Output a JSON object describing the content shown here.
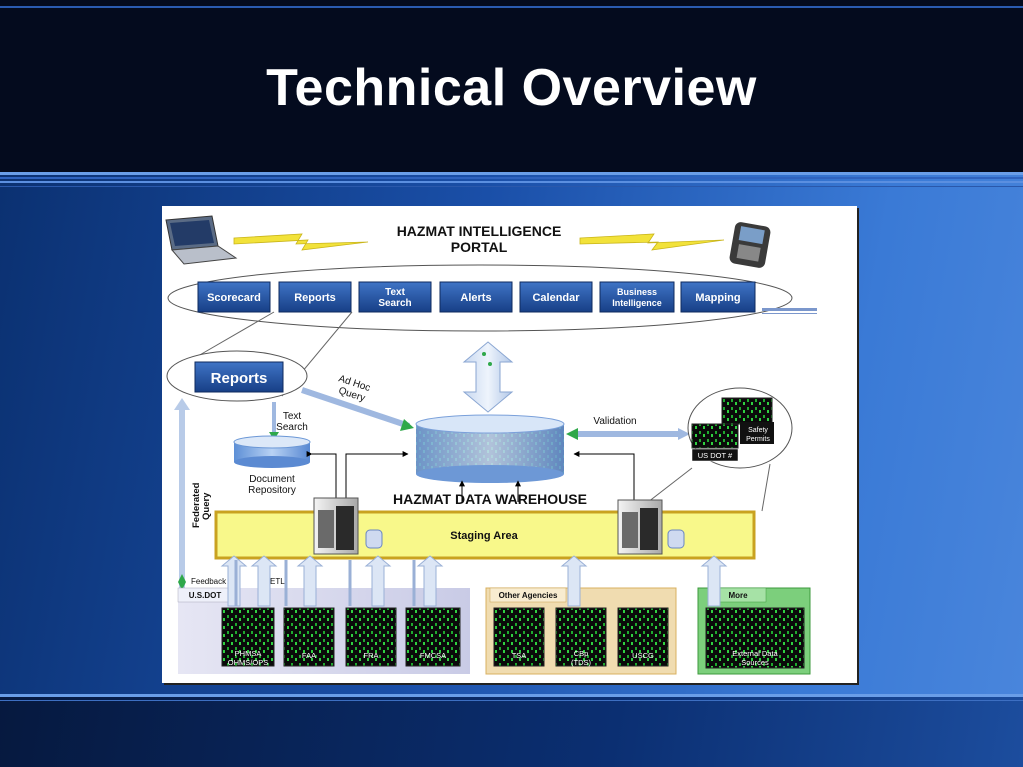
{
  "slide": {
    "title": "Technical Overview"
  },
  "portal": {
    "title_line1": "HAZMAT INTELLIGENCE",
    "title_line2": "PORTAL",
    "buttons": [
      {
        "label": "Scorecard"
      },
      {
        "label": "Reports"
      },
      {
        "label_line1": "Text",
        "label_line2": "Search"
      },
      {
        "label": "Alerts"
      },
      {
        "label": "Calendar"
      },
      {
        "label_line1": "Business",
        "label_line2": "Intelligence"
      },
      {
        "label": "Mapping"
      }
    ]
  },
  "reports_callout": {
    "label": "Reports"
  },
  "labels": {
    "ad_hoc_line1": "Ad Hoc",
    "ad_hoc_line2": "Query",
    "text_search_line1": "Text",
    "text_search_line2": "Search",
    "document_repository_line1": "Document",
    "document_repository_line2": "Repository",
    "validation": "Validation",
    "warehouse": "HAZMAT DATA WAREHOUSE",
    "staging_area": "Staging Area",
    "federated_line1": "Federated",
    "federated_line2": "Query",
    "feedback": "Feedback",
    "etl": "ETL"
  },
  "validation_sources": {
    "safety_permits_line1": "Safety",
    "safety_permits_line2": "Permits",
    "us_dot": "US DOT #"
  },
  "source_groups": {
    "usdot": {
      "header": "U.S.DOT",
      "sources": [
        {
          "line1": "PHMSA",
          "line2": "OHMS/OPS"
        },
        {
          "line1": "FAA",
          "line2": ""
        },
        {
          "line1": "FRA",
          "line2": ""
        },
        {
          "line1": "FMCSA",
          "line2": ""
        }
      ]
    },
    "other": {
      "header": "Other Agencies",
      "sources": [
        {
          "line1": "TSA",
          "line2": ""
        },
        {
          "line1": "CBp",
          "line2": "(TDS)"
        },
        {
          "line1": "USCG",
          "line2": ""
        }
      ]
    },
    "more": {
      "header": "More",
      "sources": [
        {
          "line1": "External Data",
          "line2": "Sources"
        }
      ]
    }
  },
  "colors": {
    "button_blue": "#1e4f9c",
    "staging_yellow": "#f8f88a",
    "staging_border": "#c9a220",
    "lightning": "#f2e23a",
    "other_agencies_bg": "#f0dcb0",
    "more_bg": "#7ccf7c"
  }
}
